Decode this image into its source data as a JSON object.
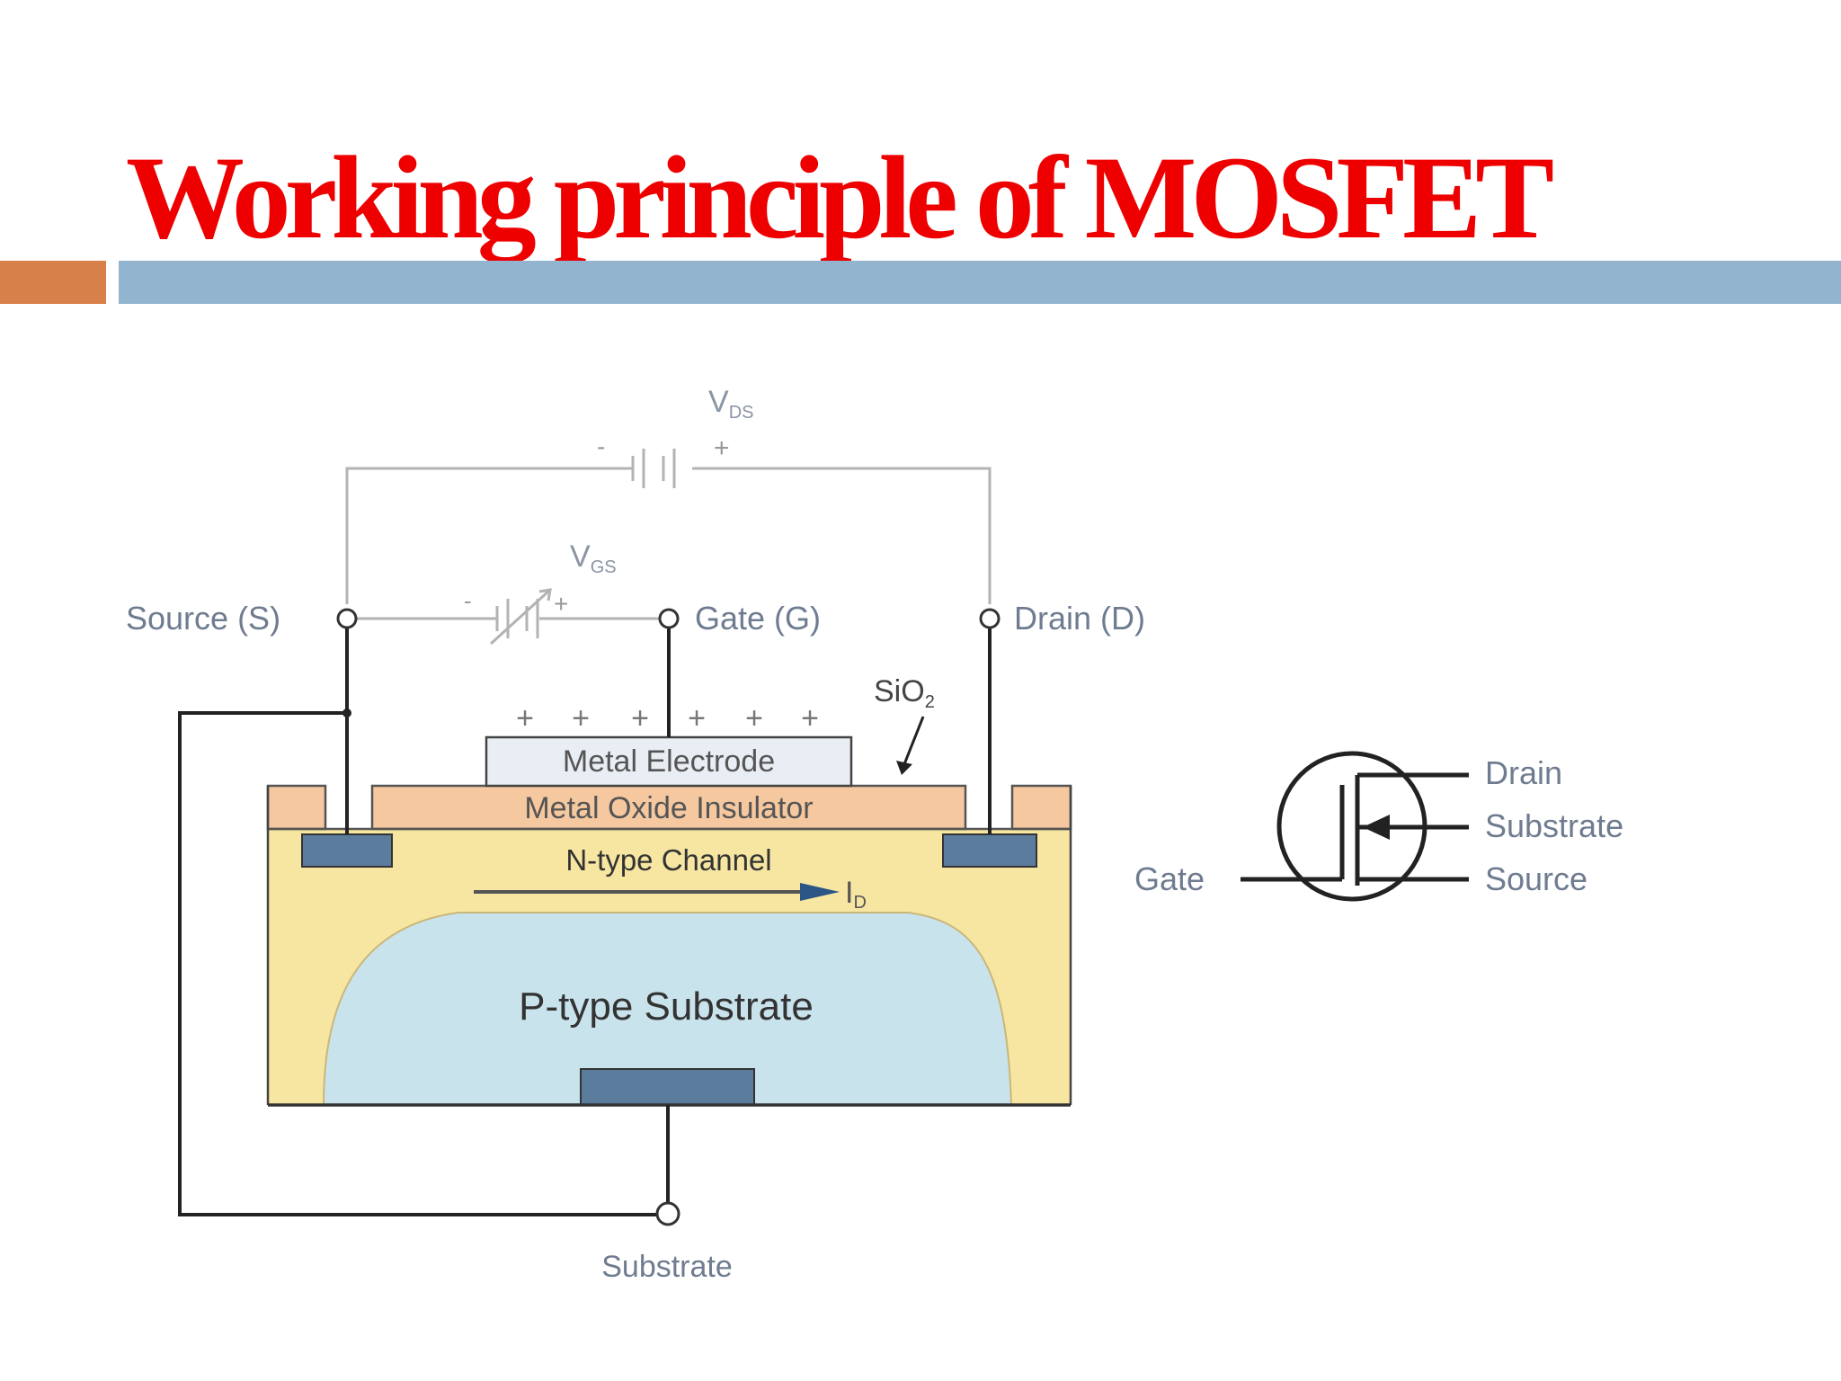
{
  "slide": {
    "title": "Working principle of MOSFET"
  },
  "colors": {
    "title": "#ee0000",
    "accent_bar": "#d8804a",
    "main_bar": "#92b4ce",
    "label_text": "#6f7c90",
    "metal_electrode": "#e9eef4",
    "oxide_insulator": "#f5c89f",
    "n_type_region": "#f7e6a2",
    "p_type_region": "#c9e3ec",
    "contact_pad": "#5c7c9e",
    "wire_gray": "#b3b3b3",
    "wire_dark": "#222222"
  },
  "diagram": {
    "vds_label": "V",
    "vds_sub": "DS",
    "vgs_label": "V",
    "vgs_sub": "GS",
    "minus_sign": "-",
    "plus_sign": "+",
    "source_label": "Source (S)",
    "gate_label": "Gate (G)",
    "drain_label": "Drain (D)",
    "sio2_label": "SiO",
    "sio2_sub": "2",
    "metal_electrode_label": "Metal Electrode",
    "oxide_label": "Metal Oxide Insulator",
    "channel_label": "N-type Channel",
    "id_label": "I",
    "id_sub": "D",
    "p_substrate_label": "P-type Substrate",
    "substrate_label": "Substrate",
    "charges": [
      "+",
      "+",
      "+",
      "+",
      "+",
      "+"
    ]
  },
  "symbol": {
    "gate": "Gate",
    "drain": "Drain",
    "substrate": "Substrate",
    "source": "Source"
  }
}
